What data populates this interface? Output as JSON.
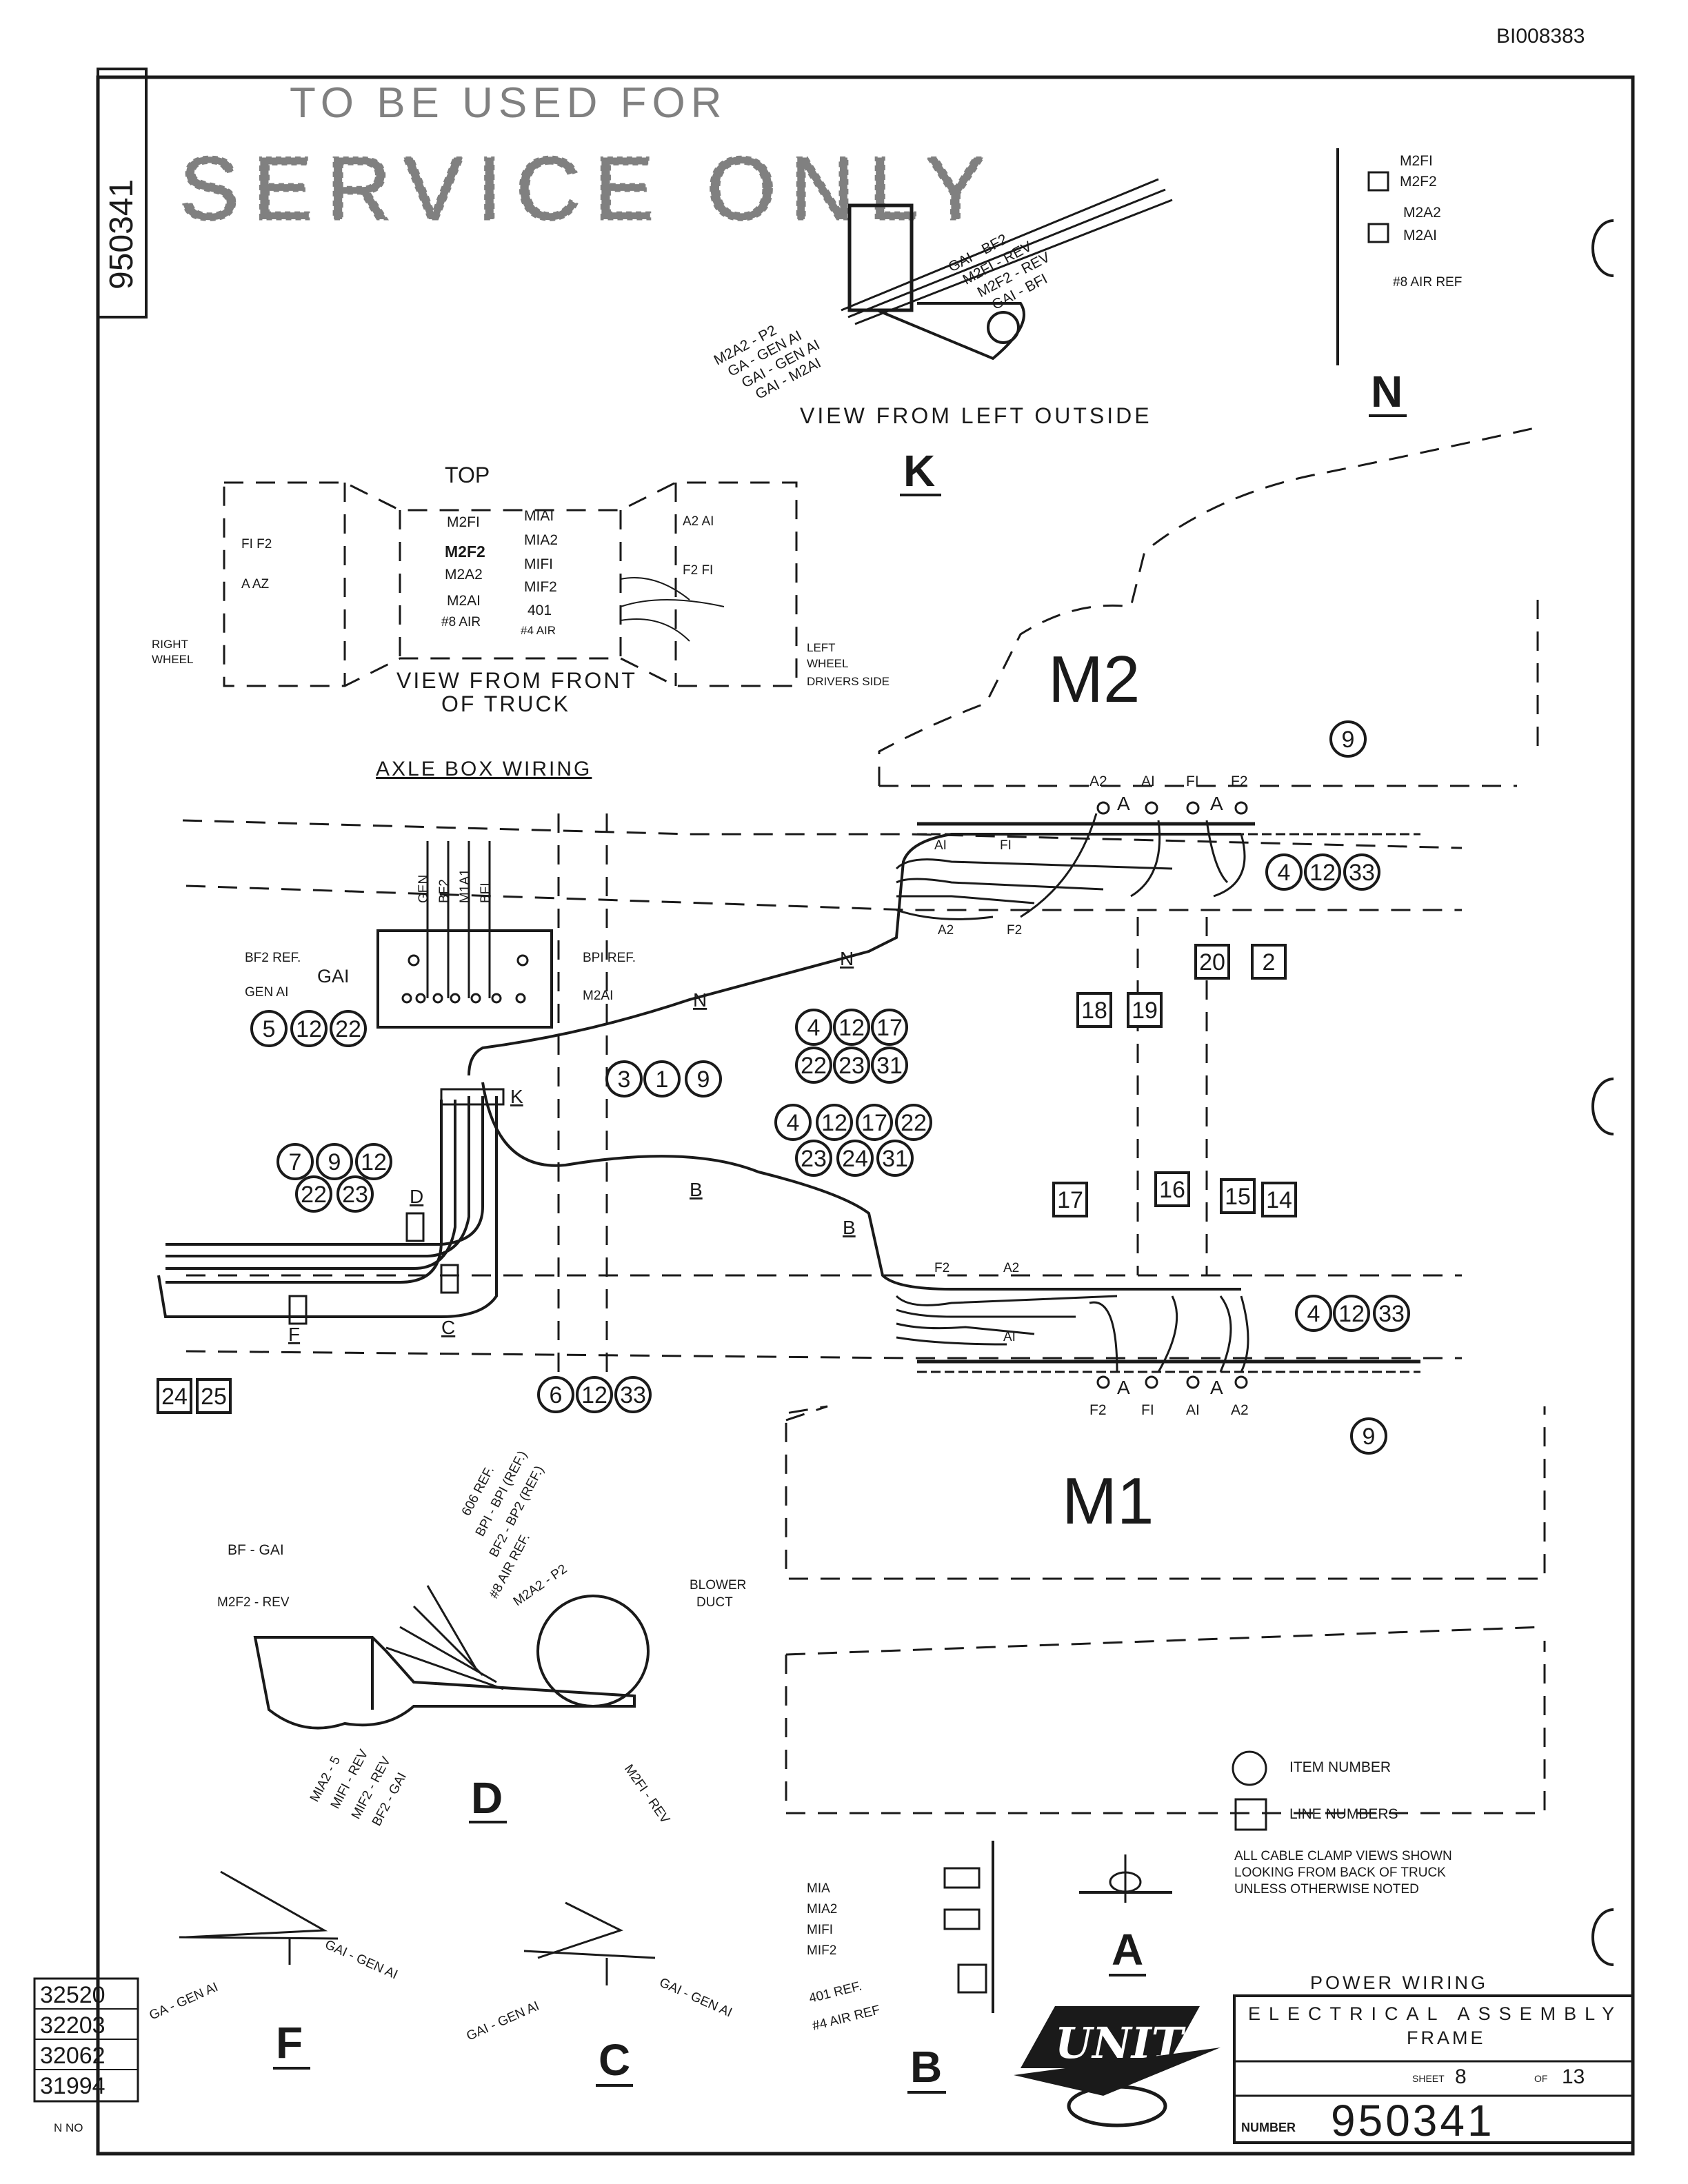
{
  "doc_id": "BI008383",
  "side_number": "950341",
  "stamp": {
    "line1": "TO BE USED FOR",
    "line2": "SERVICE ONLY"
  },
  "view_k": {
    "caption": "VIEW FROM LEFT OUTSIDE",
    "letter": "K",
    "upper_labels": [
      "GAI - BF2",
      "M2FI - REV",
      "M2F2 - REV",
      "GAI - BFI"
    ],
    "lower_labels": [
      "M2A2 - P2",
      "GA - GEN AI",
      "GAI - GEN AI",
      "GAI - M2AI"
    ]
  },
  "view_n": {
    "letter": "N",
    "labels": [
      "M2FI",
      "M2F2",
      "M2A2",
      "M2AI",
      "#8 AIR REF"
    ]
  },
  "front_view": {
    "top_label": "TOP",
    "caption1": "VIEW FROM FRONT",
    "caption2": "OF TRUCK",
    "left_labels": [
      "FI F2",
      "A AZ"
    ],
    "right_labels": [
      "A2 AI",
      "F2 FI"
    ],
    "center_left": [
      "M2FI",
      "M2F2",
      "M2A2",
      "M2AI",
      "#8 AIR"
    ],
    "center_right": [
      "MIAI",
      "MIA2",
      "MIFI",
      "MIF2",
      "401",
      "#4 AIR"
    ],
    "right_wheel": [
      "RIGHT",
      "WHEEL"
    ],
    "left_wheel": [
      "LEFT",
      "WHEEL",
      "DRIVERS SIDE"
    ]
  },
  "axle_box": {
    "title": "AXLE BOX WIRING",
    "col_labels": [
      "GEN",
      "BF2",
      "M1A1",
      "BFI"
    ],
    "box_label": "GAI",
    "left_labels": [
      "BF2 REF.",
      "GEN AI"
    ],
    "right_labels": [
      "BPI REF.",
      "M2AI"
    ]
  },
  "motors": {
    "m2": "M2",
    "m1": "M1"
  },
  "terminal_labels": {
    "m2_top": [
      "A2",
      "AI",
      "FI",
      "F2"
    ],
    "m2_rail": [
      "AI",
      "FI",
      "A2",
      "F2"
    ],
    "m1_rail": [
      "F2",
      "A2",
      "AI"
    ],
    "m1_bottom": [
      "F2",
      "FI",
      "AI",
      "A2"
    ],
    "clamp_letter": "A"
  },
  "clamp_letters": [
    "N",
    "N",
    "K",
    "B",
    "B",
    "D",
    "C",
    "F"
  ],
  "item_circles": [
    "9",
    "4",
    "12",
    "33",
    "5",
    "12",
    "22",
    "4",
    "12",
    "17",
    "22",
    "23",
    "31",
    "3",
    "1",
    "9",
    "4",
    "12",
    "17",
    "22",
    "23",
    "24",
    "31",
    "7",
    "9",
    "12",
    "22",
    "23",
    "4",
    "12",
    "33",
    "6",
    "12",
    "33",
    "9"
  ],
  "line_boxes": [
    "20",
    "2",
    "18",
    "19",
    "17",
    "16",
    "15",
    "14",
    "24",
    "25"
  ],
  "view_d": {
    "letter": "D",
    "labels": [
      "BF - GAI",
      "M2F2 - REV",
      "606 REF.",
      "BPI - BPI (REF.)",
      "BF2 - BP2 (REF.)",
      "#8 AIR REF.",
      "M2A2 - P2",
      "BLOWER",
      "DUCT"
    ],
    "bottom_labels": [
      "MIA2 - 5",
      "MIFI - REV",
      "MIF2 - REV",
      "BF2 - GAI",
      "M2FI - REV"
    ]
  },
  "legend": {
    "item": "ITEM NUMBER",
    "line": "LINE NUMBERS",
    "note": [
      "ALL CABLE CLAMP VIEWS SHOWN",
      "LOOKING FROM BACK OF TRUCK",
      "UNLESS OTHERWISE NOTED"
    ]
  },
  "view_a": {
    "letter": "A"
  },
  "view_b": {
    "letter": "B",
    "labels": [
      "MIA",
      "MIA2",
      "MIFI",
      "MIF2",
      "401 REF.",
      "#4 AIR REF"
    ]
  },
  "view_c": {
    "letter": "C",
    "left": "GAI - GEN AI",
    "right": "GAI - GEN AI"
  },
  "view_f": {
    "letter": "F",
    "left": "GA - GEN AI",
    "right": "GAI - GEN AI"
  },
  "revisions": [
    "32520",
    "32203",
    "32062",
    "31994"
  ],
  "rev_header": "N NO",
  "logo": "UNITRIG",
  "title_block": {
    "heading": "POWER WIRING",
    "title1": "ELECTRICAL ASSEMBLY",
    "title2": "FRAME",
    "sheet_label": "SHEET",
    "sheet": "8",
    "of_label": "OF",
    "of": "13",
    "number_label": "NUMBER",
    "number": "950341"
  }
}
